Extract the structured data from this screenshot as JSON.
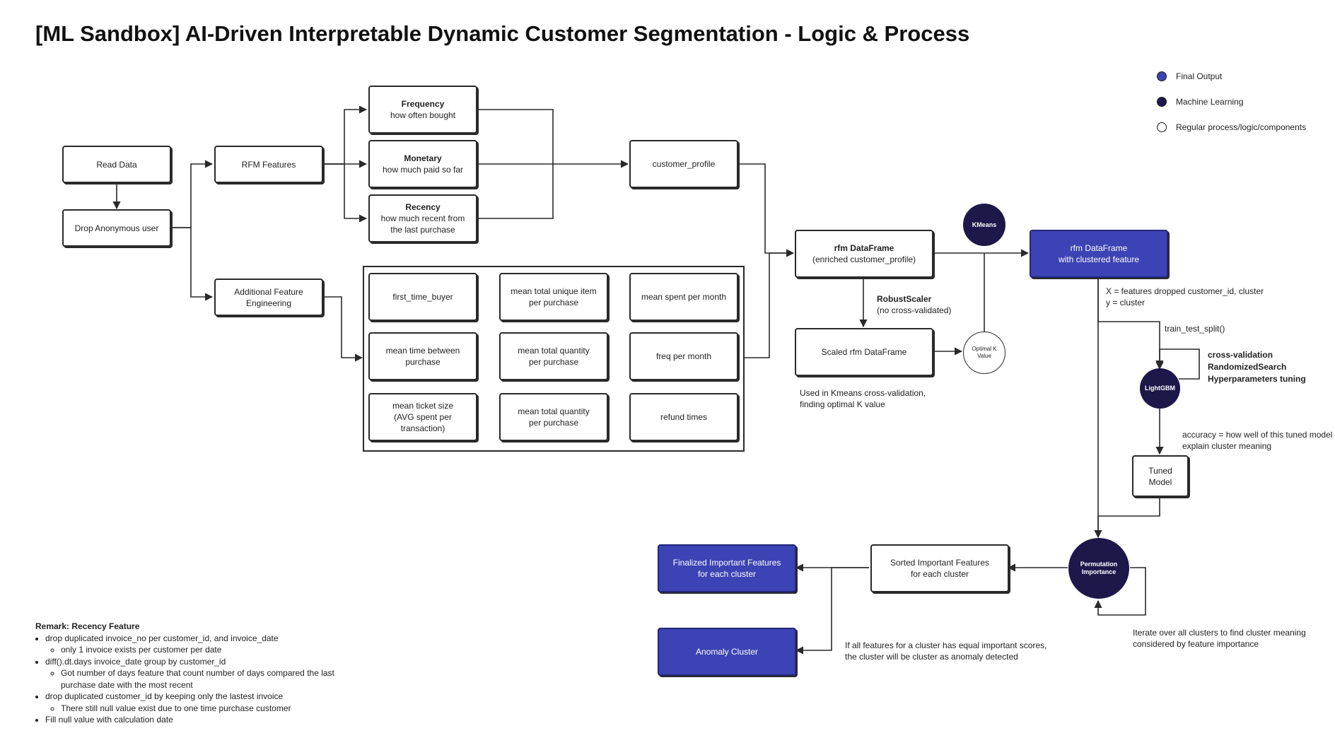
{
  "title": "[ML Sandbox] AI-Driven Interpretable Dynamic Customer Segmentation - Logic & Process",
  "colors": {
    "final_output": "#3c43b4",
    "machine_learning": "#1d174a",
    "regular": "#ffffff",
    "stroke": "#2a2a2a"
  },
  "legend": {
    "final_output": "Final Output",
    "machine_learning": "Machine Learning",
    "regular": "Regular process/logic/components"
  },
  "nodes": {
    "read_data": "Read Data",
    "drop_anon": "Drop Anonymous user",
    "rfm_features": "RFM Features",
    "additional_fe_1": "Additional Feature",
    "additional_fe_2": "Engineering",
    "frequency_title": "Frequency",
    "frequency_sub": "how often bought",
    "monetary_title": "Monetary",
    "monetary_sub": "how much paid so far",
    "recency_title": "Recency",
    "recency_sub_1": "how much recent from",
    "recency_sub_2": "the last purchase",
    "customer_profile": "customer_profile",
    "rfm_df_title": "rfm DataFrame",
    "rfm_df_sub": "(enriched customer_profile)",
    "scaled_rfm": "Scaled rfm DataFrame",
    "kmeans": "KMeans",
    "optimal_k_1": "Optimal K",
    "optimal_k_2": "Value",
    "rfm_clustered_1": "rfm DataFrame",
    "rfm_clustered_2": "with clustered feature",
    "lightgbm": "LightGBM",
    "tuned_model_1": "Tuned",
    "tuned_model_2": "Model",
    "perm_importance_1": "Permutation",
    "perm_importance_2": "Importance",
    "sorted_features_1": "Sorted Important Features",
    "sorted_features_2": "for each cluster",
    "finalized_features_1": "Finalized Important Features",
    "finalized_features_2": "for each cluster",
    "anomaly_cluster": "Anomaly Cluster"
  },
  "additional_features": [
    [
      "first_time_buyer"
    ],
    [
      "mean total unique item",
      "per purchase"
    ],
    [
      "mean spent per month"
    ],
    [
      "mean time between",
      "purchase"
    ],
    [
      "mean total quantity",
      "per purchase"
    ],
    [
      "freq per month"
    ],
    [
      "mean ticket size",
      "(AVG spent per",
      "transaction)"
    ],
    [
      "mean total quantity",
      "per purchase"
    ],
    [
      "refund times"
    ]
  ],
  "annotations": {
    "robust_scaler": "RobustScaler",
    "no_cv": "(no cross-validated)",
    "kmeans_note_1": "Used in Kmeans cross-validation,",
    "kmeans_note_2": "finding optimal K value",
    "xy_1": "X = features dropped customer_id, cluster",
    "xy_2": "y = cluster",
    "train_test_split": "train_test_split()",
    "cv_1": "cross-validation",
    "cv_2": "RandomizedSearch",
    "cv_3": "Hyperparameters tuning",
    "accuracy_1": "accuracy = how well of this tuned model",
    "accuracy_2": "explain cluster meaning",
    "iterate_1": "Iterate over all clusters to find cluster meaning",
    "iterate_2": "considered by feature importance",
    "anomaly_note_1": "If all features for a cluster has equal important scores,",
    "anomaly_note_2": "the cluster will be cluster as anomaly detected"
  },
  "remark": {
    "title": "Remark: Recency Feature",
    "items": [
      {
        "text": "drop duplicated invoice_no per customer_id, and invoice_date",
        "sub": [
          "only 1 invoice exists per customer per date"
        ]
      },
      {
        "text": "diff().dt.days invoice_date group by customer_id",
        "sub": [
          "Got number of days feature that count number of days compared the last purchase date with the most recent"
        ]
      },
      {
        "text": "drop duplicated customer_id by keeping only the lastest invoice",
        "sub": [
          "There still null value exist due to one time purchase customer"
        ]
      },
      {
        "text": "Fill null value with calculation date",
        "sub": []
      }
    ]
  }
}
